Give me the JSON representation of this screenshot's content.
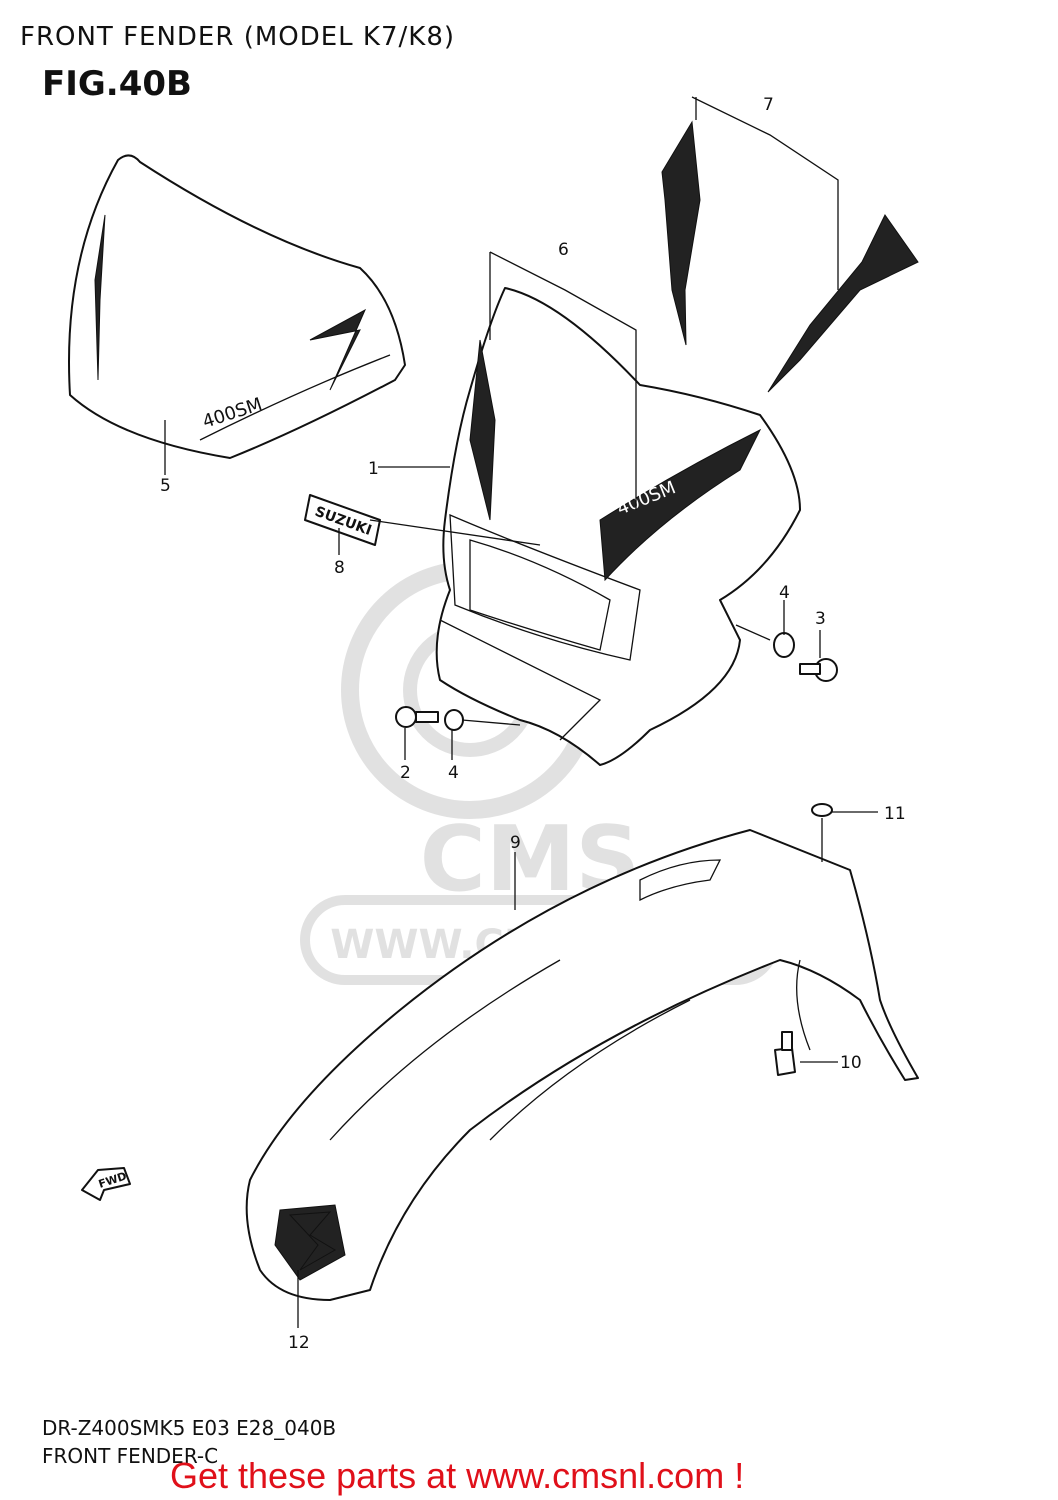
{
  "header": {
    "title": "FRONT FENDER (MODEL K7/K8)",
    "figure": "FIG.40B"
  },
  "watermark": {
    "logo_text": "CMS",
    "url_text": "WWW.CMSNL.COM"
  },
  "callouts": [
    "1",
    "2",
    "3",
    "4",
    "4",
    "5",
    "6",
    "7",
    "8",
    "9",
    "10",
    "11",
    "12"
  ],
  "decal_text": {
    "model_badge": "400SM",
    "brand": "SUZUKI",
    "direction": "FWD"
  },
  "footer": {
    "model_code": "DR-Z400SMK5 E03 E28_040B",
    "section": "FRONT FENDER-C",
    "cta": "Get these parts at www.cmsnl.com !"
  },
  "colors": {
    "cta": "#e0101a",
    "watermark": "#c9c9c9",
    "line": "#111111"
  }
}
